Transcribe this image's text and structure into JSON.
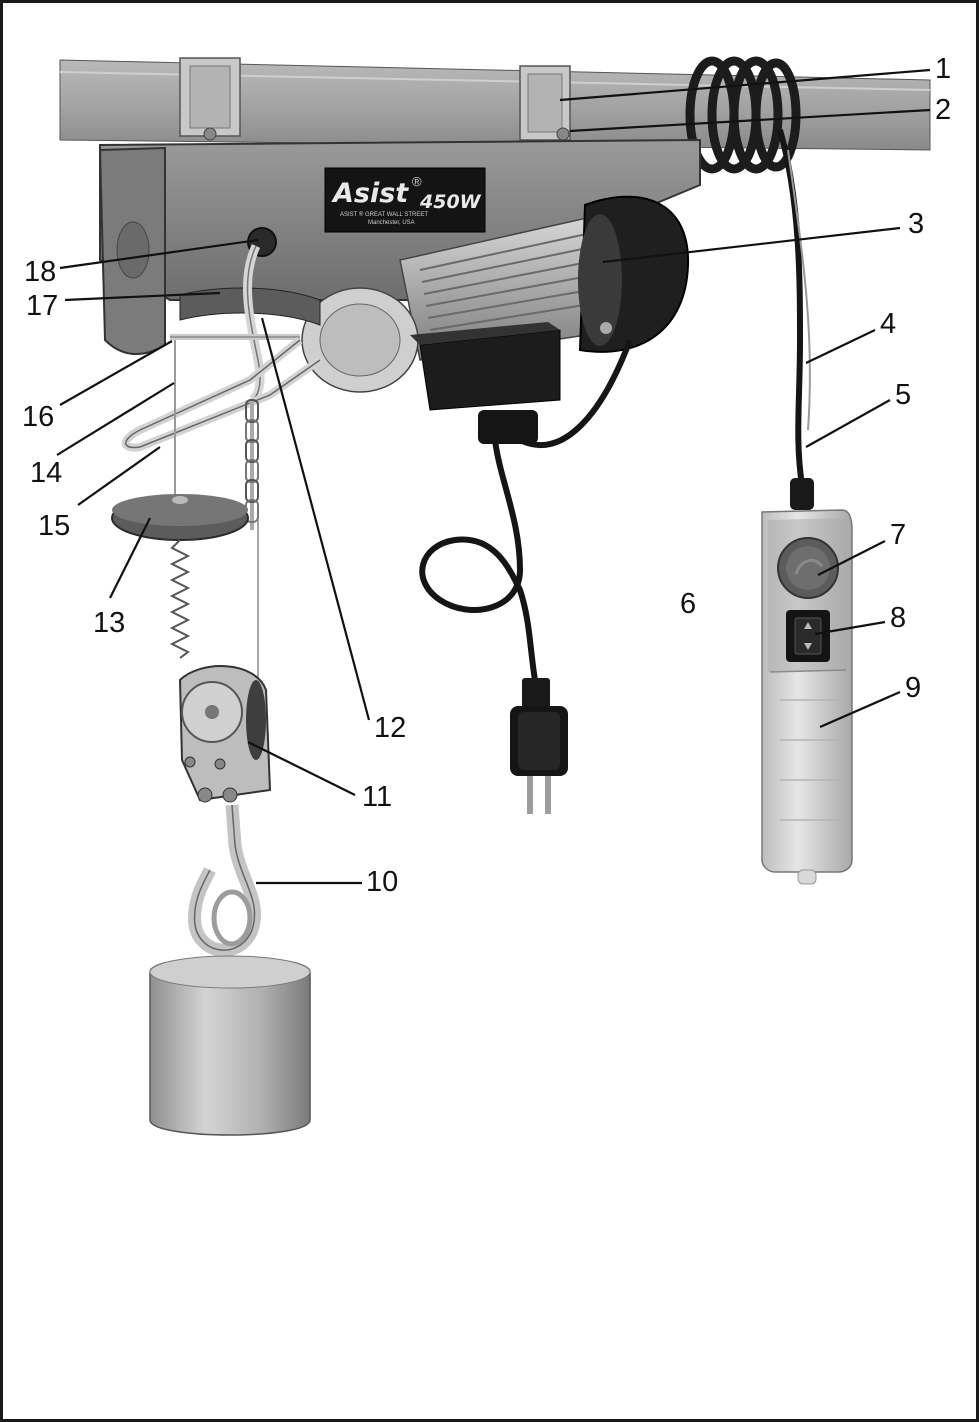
{
  "figure": {
    "product_logo": {
      "brand": "Asist",
      "registered": "®",
      "model": "450W",
      "address_line1": "ASIST ® GREAT WALL STREET",
      "address_line2": "Manchester, USA"
    },
    "callouts": [
      {
        "id": "1",
        "label": "1"
      },
      {
        "id": "2",
        "label": "2"
      },
      {
        "id": "3",
        "label": "3"
      },
      {
        "id": "4",
        "label": "4"
      },
      {
        "id": "5",
        "label": "5"
      },
      {
        "id": "6",
        "label": "6"
      },
      {
        "id": "7",
        "label": "7"
      },
      {
        "id": "8",
        "label": "8"
      },
      {
        "id": "9",
        "label": "9"
      },
      {
        "id": "10",
        "label": "10"
      },
      {
        "id": "11",
        "label": "11"
      },
      {
        "id": "12",
        "label": "12"
      },
      {
        "id": "13",
        "label": "13"
      },
      {
        "id": "14",
        "label": "14"
      },
      {
        "id": "15",
        "label": "15"
      },
      {
        "id": "16",
        "label": "16"
      },
      {
        "id": "17",
        "label": "17"
      },
      {
        "id": "18",
        "label": "18"
      }
    ]
  }
}
